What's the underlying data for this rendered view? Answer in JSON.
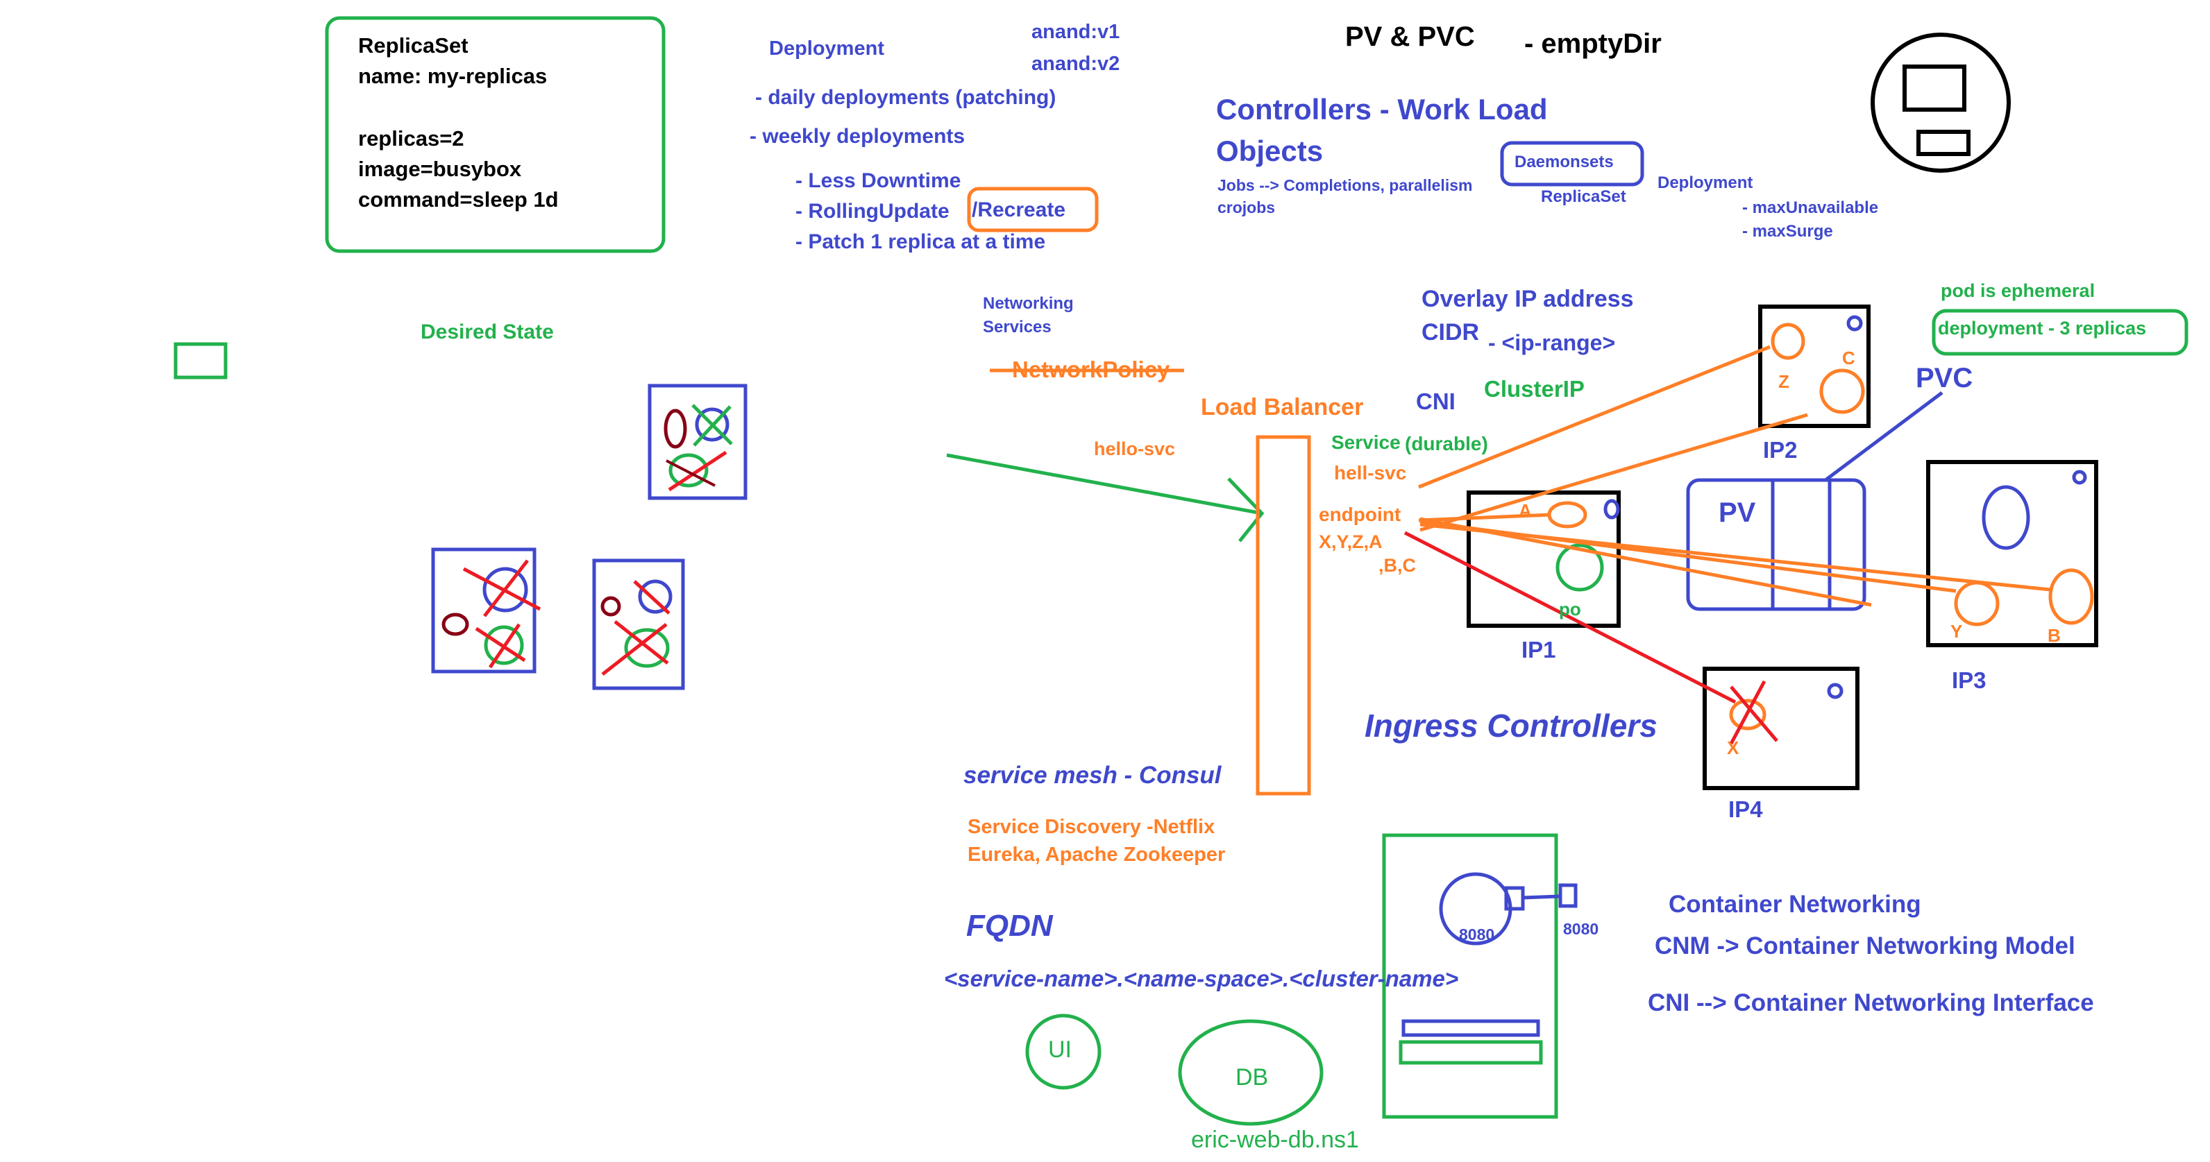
{
  "colors": {
    "blue": "#3f48cc",
    "green": "#22b14c",
    "orange": "#ff7f27",
    "black": "#000000",
    "red": "#ed1c24",
    "darkred": "#880015"
  },
  "replicaset_box": {
    "line1": "ReplicaSet",
    "line2": "name: my-replicas",
    "line3": "replicas=2",
    "line4": "image=busybox",
    "line5": "command=sleep 1d"
  },
  "deployment": {
    "title": "Deployment",
    "tag1": "anand:v1",
    "tag2": "anand:v2",
    "daily": "- daily deployments (patching)",
    "weekly": "- weekly deployments",
    "less_downtime": "- Less Downtime",
    "rolling": "- RollingUpdate",
    "recreate": "/Recreate",
    "patch": "- Patch 1 replica at a time"
  },
  "pv_pvc": {
    "title": "PV & PVC",
    "emptydir": "- emptyDir"
  },
  "controllers": {
    "line1": "Controllers - Work Load",
    "line2": "Objects",
    "jobs": "Jobs --> Completions, parallelism",
    "cronjobs": "crojobs",
    "daemonsets": "Daemonsets",
    "replicaset": "ReplicaSet",
    "deployment": "Deployment",
    "max_unavailable": "- maxUnavailable",
    "max_surge": "- maxSurge"
  },
  "desired_state": "Desired State",
  "networking": {
    "line1": "Networking",
    "line2": "Services",
    "network_policy": "NetworkPolicy",
    "load_balancer": "Load Balancer",
    "hello_svc": "hello-svc"
  },
  "overlay": {
    "ip": "Overlay IP address",
    "cidr": "CIDR",
    "ip_range": "- <ip-range>",
    "cni": "CNI",
    "cluster_ip": "ClusterIP"
  },
  "service": {
    "label": "Service",
    "durable": "(durable)",
    "hell_svc": "hell-svc",
    "endpoint": "endpoint",
    "endpoint_list1": "X,Y,Z,A",
    "endpoint_list2": ",B,C"
  },
  "pods": {
    "pod_ephemeral": "pod is ephemeral",
    "deployment_replicas": "deployment - 3 replicas",
    "pvc": "PVC",
    "pv": "PV",
    "ip1": "IP1",
    "ip2": "IP2",
    "ip3": "IP3",
    "ip4": "IP4",
    "a": "A",
    "po": "po",
    "z": "Z",
    "c": "C",
    "y": "Y",
    "b": "B",
    "x": "X"
  },
  "ingress": "Ingress Controllers",
  "service_mesh": "service mesh - Consul",
  "service_discovery": {
    "line1": "Service Discovery -Netflix",
    "line2": "Eureka, Apache Zookeeper"
  },
  "fqdn": {
    "title": "FQDN",
    "format": "<service-name>.<name-space>.<cluster-name>"
  },
  "apps": {
    "ui": "UI",
    "db": "DB",
    "db_name": "eric-web-db.ns1"
  },
  "port": {
    "inner": "8080",
    "outer": "8080"
  },
  "container_networking": {
    "title": "Container Networking",
    "cnm": "CNM -> Container Networking Model",
    "cni": "CNI --> Container Networking Interface"
  }
}
